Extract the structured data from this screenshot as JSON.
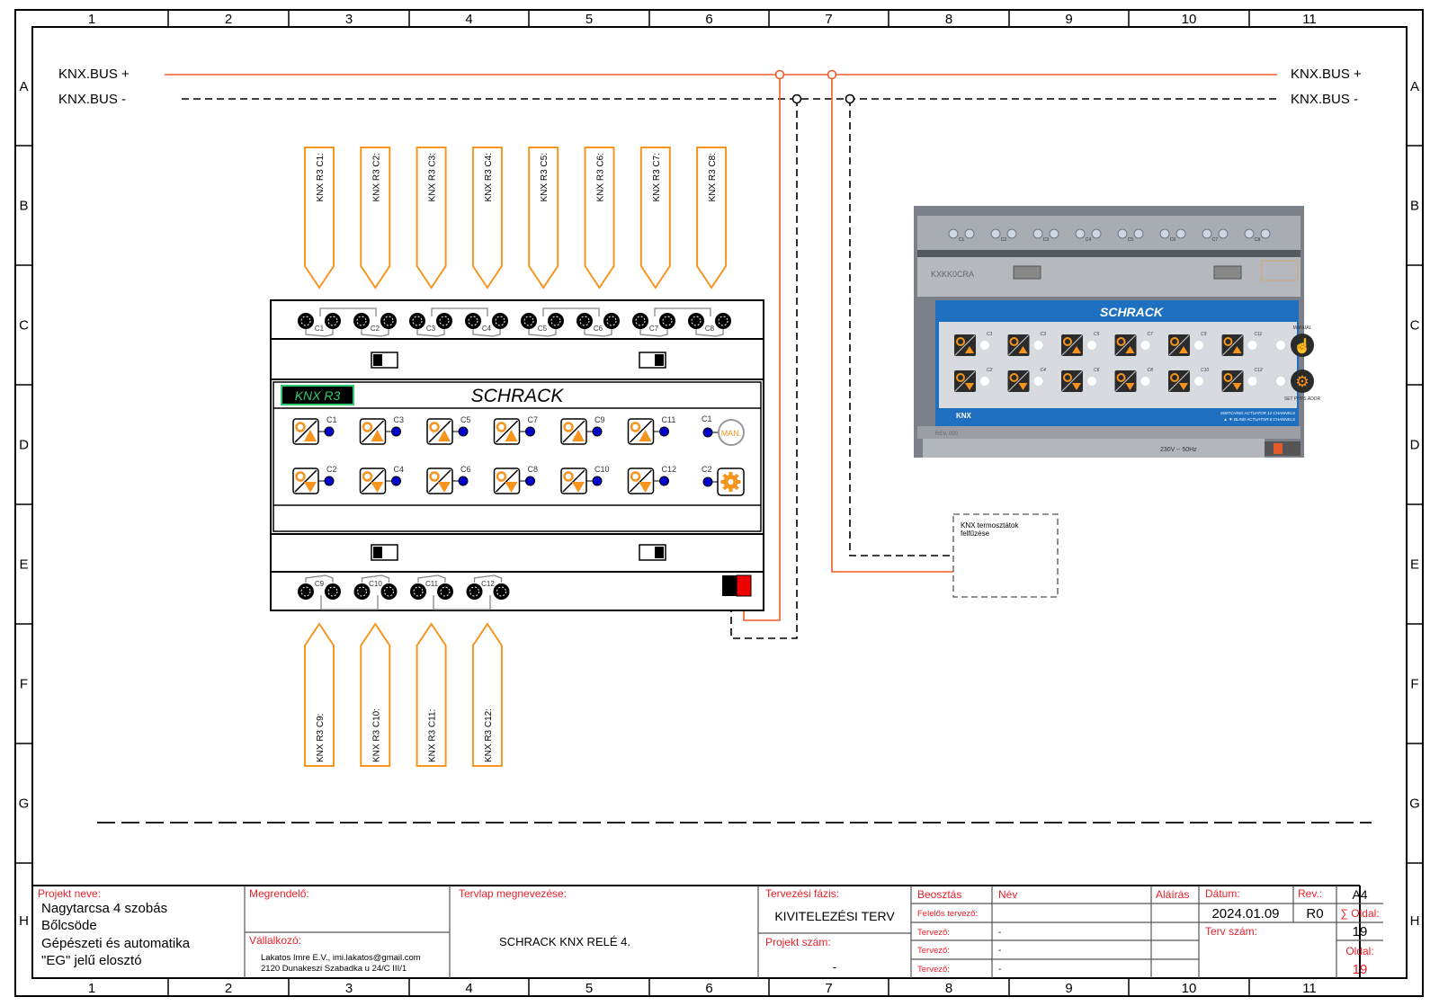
{
  "frame": {
    "columns": [
      "1",
      "2",
      "3",
      "4",
      "5",
      "6",
      "7",
      "8",
      "9",
      "10",
      "11"
    ],
    "rows": [
      "A",
      "B",
      "C",
      "D",
      "E",
      "F",
      "G",
      "H"
    ]
  },
  "bus": {
    "plus_label": "KNX.BUS +",
    "minus_label": "KNX.BUS -",
    "plus_color": "#f05a28",
    "minus_color": "#000000"
  },
  "colors": {
    "accent_orange": "#f7941d",
    "wire_orange": "#f05a28",
    "title_red": "#e8202a",
    "led_blue": "#0000cc",
    "label_green": "#2ecc71",
    "schrack_blue": "#1f6fc0"
  },
  "outputs_top": [
    "KNX R3 C1:",
    "KNX R3 C2:",
    "KNX R3 C3:",
    "KNX R3 C4:",
    "KNX R3 C5:",
    "KNX R3 C6:",
    "KNX R3 C7:",
    "KNX R3 C8:"
  ],
  "outputs_bottom": [
    "KNX R3 C9:",
    "KNX R3 C10:",
    "KNX R3 C11:",
    "KNX R3 C12:"
  ],
  "device": {
    "name_tag": "KNX R3",
    "brand": "SCHRACK",
    "top_terminals": [
      "C1",
      "C2",
      "C3",
      "C4",
      "C5",
      "C6",
      "C7",
      "C8"
    ],
    "bottom_terminals": [
      "C9",
      "C10",
      "C11",
      "C12"
    ],
    "channels_up": [
      "C1",
      "C3",
      "C5",
      "C7",
      "C9",
      "C11"
    ],
    "channels_down": [
      "C2",
      "C4",
      "C6",
      "C8",
      "C10",
      "C12"
    ],
    "manual_label": "C1",
    "manual_button": "MAN.",
    "setphys_label": "C2"
  },
  "photo": {
    "brand": "SCHRACK",
    "top_terminals": [
      "C1",
      "C2",
      "C3",
      "C4",
      "C5",
      "C6",
      "C7",
      "C8"
    ],
    "code": "KXKK0CRA",
    "channels_up": [
      "C1",
      "C3",
      "C5",
      "C7",
      "C9",
      "C11"
    ],
    "channels_down": [
      "C2",
      "C4",
      "C6",
      "C8",
      "C10",
      "C12"
    ],
    "manual": "MANUAL",
    "set_phys": "SET PHYS.ADDR",
    "knx_logo": "KNX",
    "desc_1": "SWITCHING ACTUATOR 12 CHANNELS",
    "desc_2": "▲ ▼ BLIND ACTUATOR 6 CHANNELS",
    "rev": "REV. 000",
    "power": "230V ~ 50Hz"
  },
  "thermostat_box": {
    "line1": "KNX termosztátok",
    "line2": "felfűzése"
  },
  "title_block": {
    "project_name_label": "Projekt neve:",
    "project_name_lines": [
      "Nagytarcsa 4 szobás",
      "Bőlcsöde",
      "Gépészeti és automatika",
      "\"EG\" jelű elosztó"
    ],
    "client_label": "Megrendelő:",
    "client_value": "",
    "contractor_label": "Vállalkozó:",
    "contractor_line1": "Lakatos Imre E.V., imi.lakatos@gmail.com",
    "contractor_line2": "2120 Dunakeszi Szabadka u 24/C III/1",
    "sheet_title_label": "Tervlap megnevezése:",
    "sheet_title": "SCHRACK KNX RELÉ 4.",
    "phase_label": "Tervezési fázis:",
    "phase_value": "KIVITELEZÉSI TERV",
    "project_no_label": "Projekt szám:",
    "project_no_value": "-",
    "roles_header": {
      "role": "Beosztás",
      "name": "Név",
      "signature": "Aláírás"
    },
    "roles": [
      {
        "role": "Felelős tervező:",
        "name": ""
      },
      {
        "role": "Tervező:",
        "name": "-"
      },
      {
        "role": "Tervező:",
        "name": "-"
      },
      {
        "role": "Tervező:",
        "name": "-"
      }
    ],
    "date_label": "Dátum:",
    "date_value": "2024.01.09",
    "rev_label": "Rev.:",
    "rev_value": "R0",
    "plan_no_label": "Terv szám:",
    "paper_size": "A4",
    "total_pages_label": "∑ Oldal:",
    "total_pages": "19",
    "page_label": "Oldal:",
    "page": "19"
  }
}
